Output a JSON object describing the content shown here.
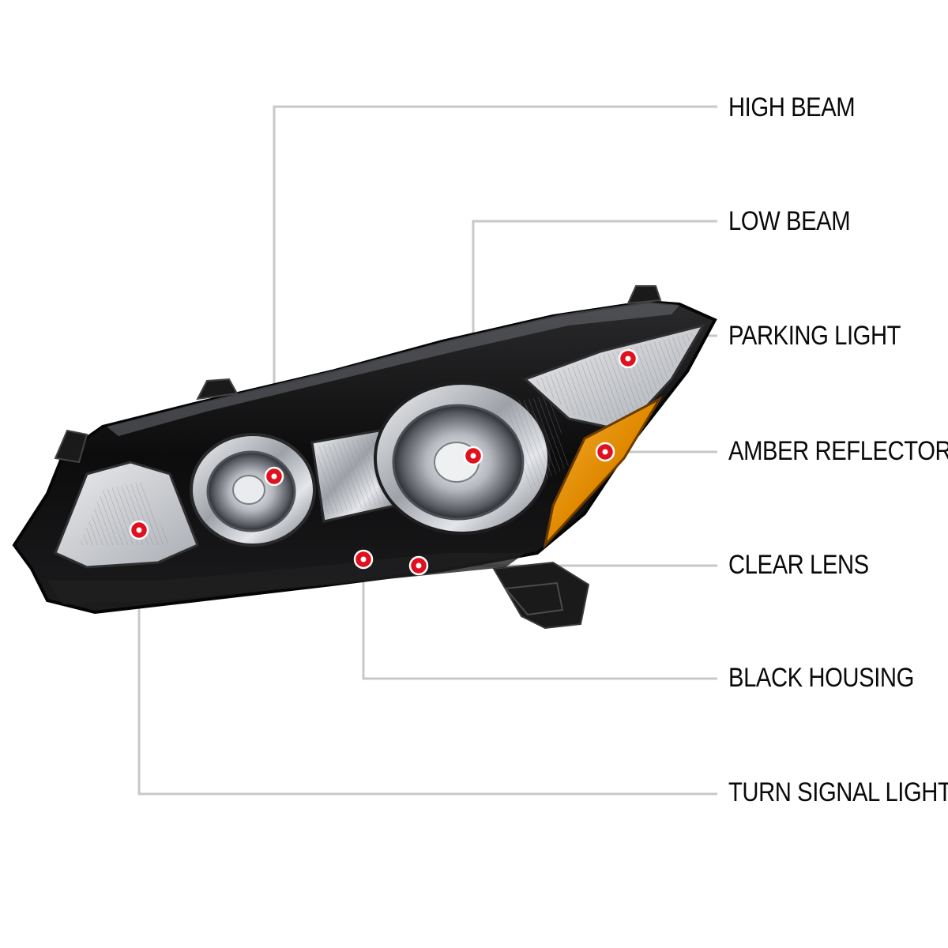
{
  "callouts": [
    {
      "id": "high-beam",
      "label": "HIGH BEAM"
    },
    {
      "id": "low-beam",
      "label": "LOW BEAM"
    },
    {
      "id": "parking-light",
      "label": "PARKING LIGHT"
    },
    {
      "id": "amber-reflector",
      "label": "AMBER REFLECTOR"
    },
    {
      "id": "clear-lens",
      "label": "CLEAR LENS"
    },
    {
      "id": "black-housing",
      "label": "BLACK HOUSING"
    },
    {
      "id": "turn-signal-light",
      "label": "TURN SIGNAL LIGHT"
    }
  ],
  "colors": {
    "leader_line": "#c8c8c8",
    "marker": "#e0101e",
    "housing": "#111111",
    "chrome": "#c9ccd0",
    "amber": "#e08a00",
    "label_text": "#0a0a0a"
  }
}
